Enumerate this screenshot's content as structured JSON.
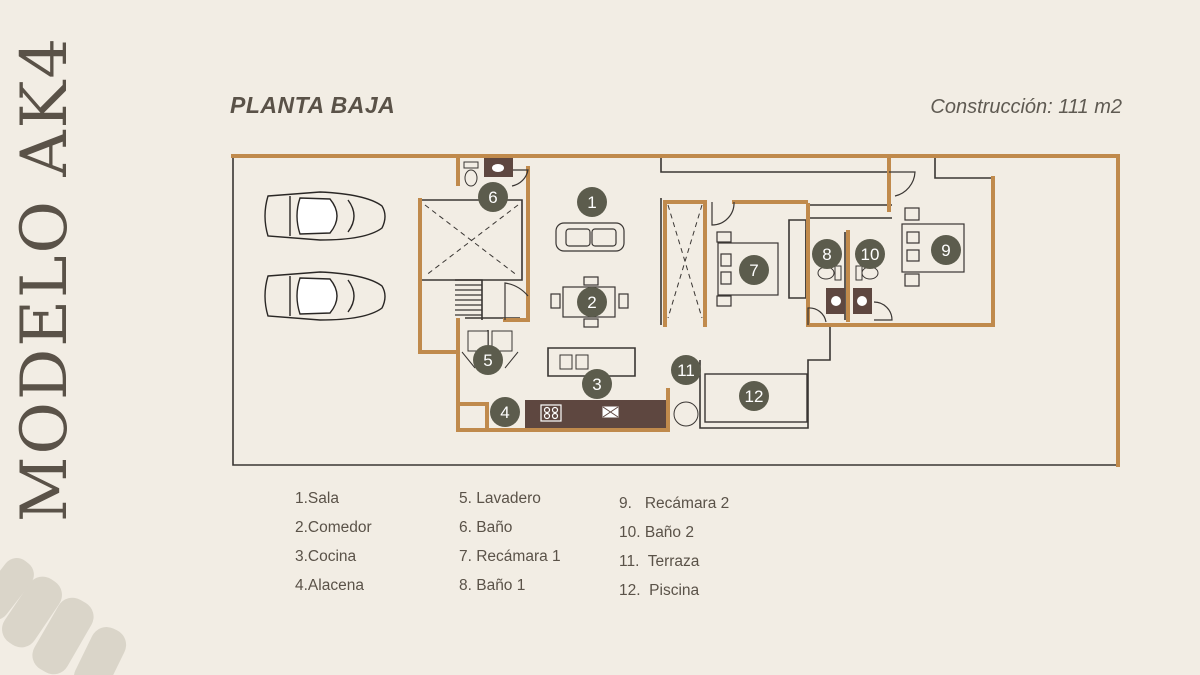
{
  "model_title": "MODELO AK4",
  "section_title": "PLANTA BAJA",
  "construction": "Construcción: 111 m2",
  "room_markers": [
    "1",
    "2",
    "3",
    "4",
    "5",
    "6",
    "7",
    "8",
    "10",
    "9",
    "11",
    "12"
  ],
  "legend": {
    "col1": [
      "1.Sala",
      "2.Comedor",
      "3.Cocina",
      "4.Alacena"
    ],
    "col2": [
      "5. Lavadero",
      "6. Baño",
      "7. Recámara 1",
      "8. Baño 1"
    ],
    "col3": [
      "9.   Recámara 2",
      "10. Baño 2",
      "11.  Terraza",
      "12.  Piscina"
    ]
  },
  "colors": {
    "background": "#f2ede4",
    "wall_accent": "#c08a4c",
    "wall_line": "#3a3633",
    "marker_fill": "#5c5c4d",
    "counter": "#5e4740",
    "text": "#5a5248"
  },
  "icons": [
    "car-icon",
    "toilet-icon",
    "sink-icon",
    "bed-icon",
    "sofa-icon",
    "dining-table-icon",
    "stove-icon",
    "washer-icon"
  ]
}
